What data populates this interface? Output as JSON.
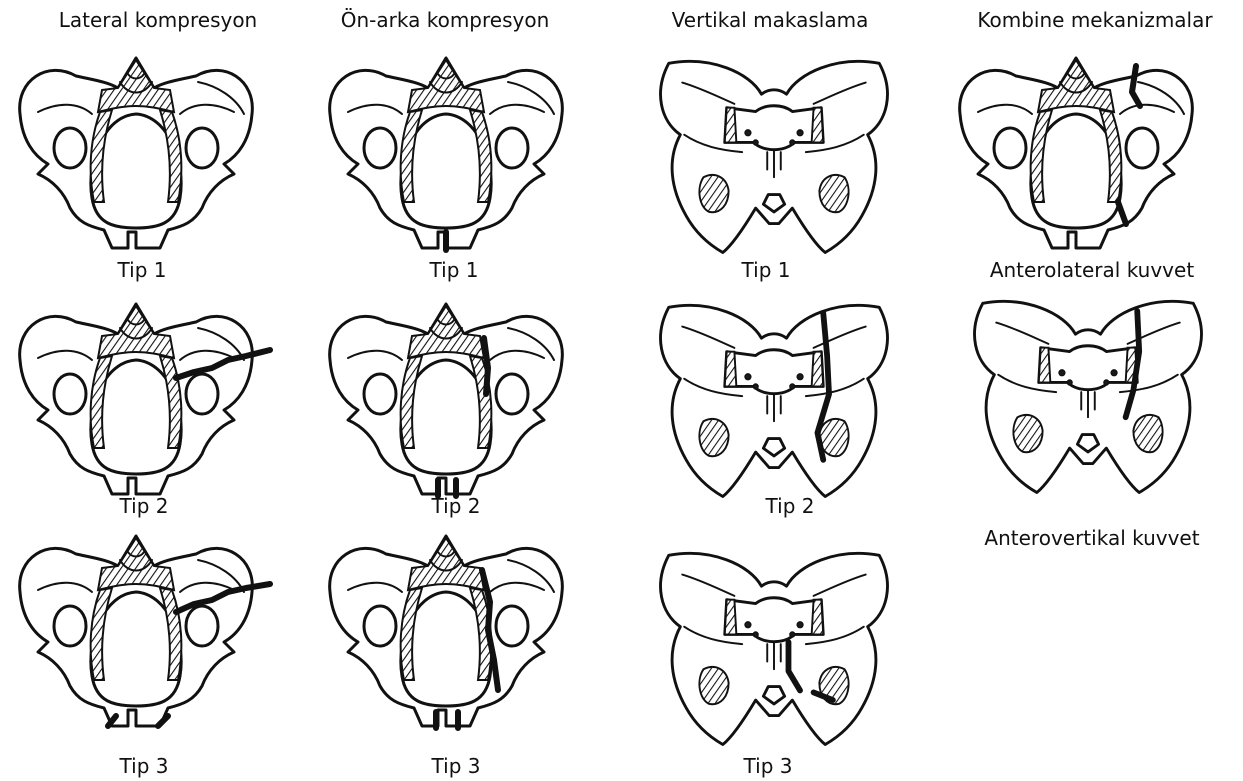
{
  "columns": [
    {
      "title": "Lateral kompresyon",
      "figures": [
        {
          "caption": "Tip 1",
          "variant": "lc1"
        },
        {
          "caption": "Tip 2",
          "variant": "lc2"
        },
        {
          "caption": "Tip 3",
          "variant": "lc3"
        }
      ]
    },
    {
      "title": "Ön-arka kompresyon",
      "figures": [
        {
          "caption": "Tip 1",
          "variant": "apc1"
        },
        {
          "caption": "Tip 2",
          "variant": "apc2"
        },
        {
          "caption": "Tip 3",
          "variant": "apc3"
        }
      ]
    },
    {
      "title": "Vertikal makaslama",
      "figures": [
        {
          "caption": "Tip 1",
          "variant": "vs1"
        },
        {
          "caption": "Tip 2",
          "variant": "vs2"
        },
        {
          "caption": "Tip 3",
          "variant": "vs3"
        }
      ]
    },
    {
      "title": "Kombine mekanizmalar",
      "figures": [
        {
          "caption": "Anterolateral kuvvet",
          "variant": "cm1"
        },
        {
          "caption": "Anterovertikal kuvvet",
          "variant": "cm2"
        }
      ]
    }
  ]
}
